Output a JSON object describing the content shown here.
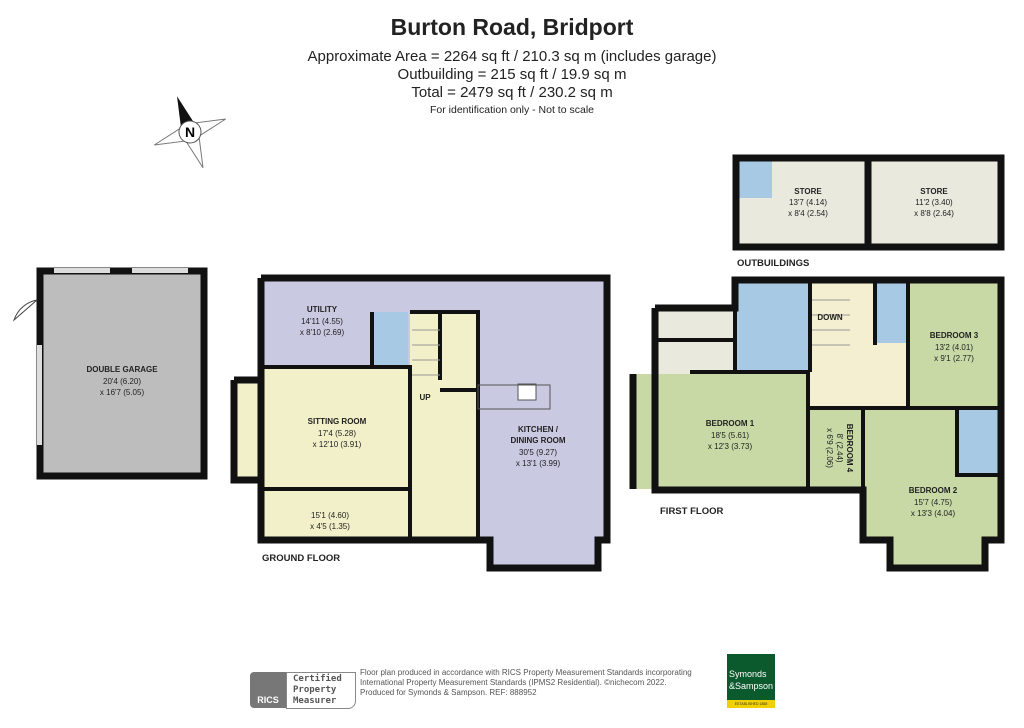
{
  "header": {
    "title": "Burton Road, Bridport",
    "area": "Approximate Area = 2264 sq ft / 210.3 sq m (includes garage)",
    "outbuilding": "Outbuilding = 215 sq ft / 19.9 sq m",
    "total": "Total = 2479 sq ft / 230.2 sq m",
    "note": "For identification only - Not to scale"
  },
  "compass": {
    "label": "N"
  },
  "floors": {
    "ground": "GROUND FLOOR",
    "first": "FIRST FLOOR",
    "outbuildings": "OUTBUILDINGS"
  },
  "rooms": {
    "garage": {
      "name": "DOUBLE GARAGE",
      "d1": "20'4 (6.20)",
      "d2": "x 16'7 (5.05)"
    },
    "utility": {
      "name": "UTILITY",
      "d1": "14'11 (4.55)",
      "d2": "x 8'10 (2.69)"
    },
    "sitting": {
      "name": "SITTING ROOM",
      "d1": "17'4 (5.28)",
      "d2": "x 12'10 (3.91)"
    },
    "porch": {
      "d1": "15'1 (4.60)",
      "d2": "x 4'5 (1.35)"
    },
    "kitchen": {
      "name": "KITCHEN /",
      "name2": "DINING ROOM",
      "d1": "30'5 (9.27)",
      "d2": "x 13'1 (3.99)"
    },
    "stairs_up": "UP",
    "stairs_down": "DOWN",
    "bed1": {
      "name": "BEDROOM 1",
      "d1": "18'5 (5.61)",
      "d2": "x 12'3 (3.73)"
    },
    "bed2": {
      "name": "BEDROOM 2",
      "d1": "15'7 (4.75)",
      "d2": "x 13'3 (4.04)"
    },
    "bed3": {
      "name": "BEDROOM 3",
      "d1": "13'2 (4.01)",
      "d2": "x 9'1 (2.77)"
    },
    "bed4": {
      "name": "BEDROOM 4",
      "d1": "8' (2.44)",
      "d2": "x 6'9 (2.06)"
    },
    "store1": {
      "name": "STORE",
      "d1": "13'7 (4.14)",
      "d2": "x 8'4 (2.54)"
    },
    "store2": {
      "name": "STORE",
      "d1": "11'2 (3.40)",
      "d2": "x 8'8 (2.64)"
    }
  },
  "colors": {
    "reception": "#f1f0c9",
    "kitchen": "#c9c9e2",
    "bedroom": "#c8d9a6",
    "bathroom": "#a7c9e3",
    "garage": "#bdbdbd",
    "store": "#e9e9de",
    "brand": "#0b5a2e",
    "brand_accent": "#f0d000"
  },
  "footer": {
    "rics_logo": "RICS",
    "badge": [
      "Certified",
      "Property",
      "Measurer"
    ],
    "lines": [
      "Floor plan produced in accordance with RICS Property Measurement Standards incorporating",
      "International Property Measurement Standards (IPMS2 Residential).   ©nichecom 2022.",
      "Produced for Symonds & Sampson.   REF:  888952"
    ],
    "brand": [
      "Symonds",
      "&Sampson"
    ],
    "brand_tag": "ESTABLISHED 1858"
  }
}
